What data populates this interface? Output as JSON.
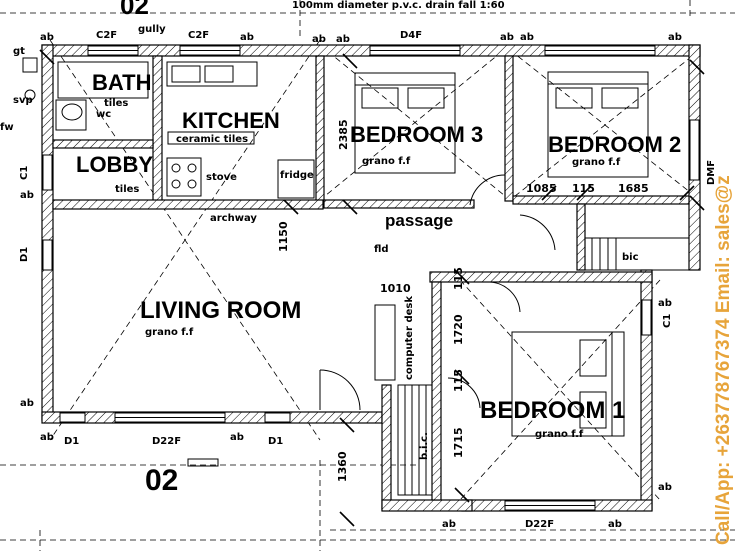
{
  "title_top_fragment": "02",
  "drain_note": "100mm diameter p.v.c. drain fall 1:60",
  "rooms": {
    "bath": {
      "name": "BATH",
      "finish": "tiles"
    },
    "kitchen": {
      "name": "KITCHEN",
      "finish": "ceramic tiles"
    },
    "lobby": {
      "name": "LOBBY",
      "finish": "tiles"
    },
    "bedroom3": {
      "name": "BEDROOM 3",
      "finish": "grano f.f"
    },
    "bedroom2": {
      "name": "BEDROOM 2",
      "finish": "grano f.f"
    },
    "living": {
      "name": "LIVING ROOM",
      "finish": "grano f.f"
    },
    "bedroom1": {
      "name": "BEDROOM 1",
      "finish": "grano f.f"
    },
    "passage": {
      "name": "passage",
      "finish": "fld"
    }
  },
  "fixtures": {
    "stove": "stove",
    "fridge": "fridge",
    "archway": "archway",
    "computer_desk": "computer desk",
    "bic_top": "bic",
    "bic_bottom": "b.i.c.",
    "wc": "wc",
    "gully": "gully",
    "gt": "gt",
    "svp": "svp",
    "fw": "fw"
  },
  "windows": {
    "c2f_left": "C2F",
    "c2f_right": "C2F",
    "d4f": "D4F",
    "c1_left": "C1",
    "c1_right": "C1",
    "d1_side": "D1",
    "d1_left": "D1",
    "d22f_living": "D22F",
    "d1_right": "D1",
    "d22f_bed1": "D22F",
    "dmf": "DMF"
  },
  "ab_label": "ab",
  "dimensions": {
    "bed3_height": "2385",
    "b2_a": "1085",
    "b2_b": "115",
    "b2_c": "1685",
    "living_h": "1150",
    "door_w": "1010",
    "b1_a": "115",
    "b1_b": "1720",
    "b1_c": "115",
    "b1_d": "1715",
    "porch": "1360"
  },
  "section_mark": "02",
  "watermark": "Call/App: +263778767374 Email: sales@z"
}
